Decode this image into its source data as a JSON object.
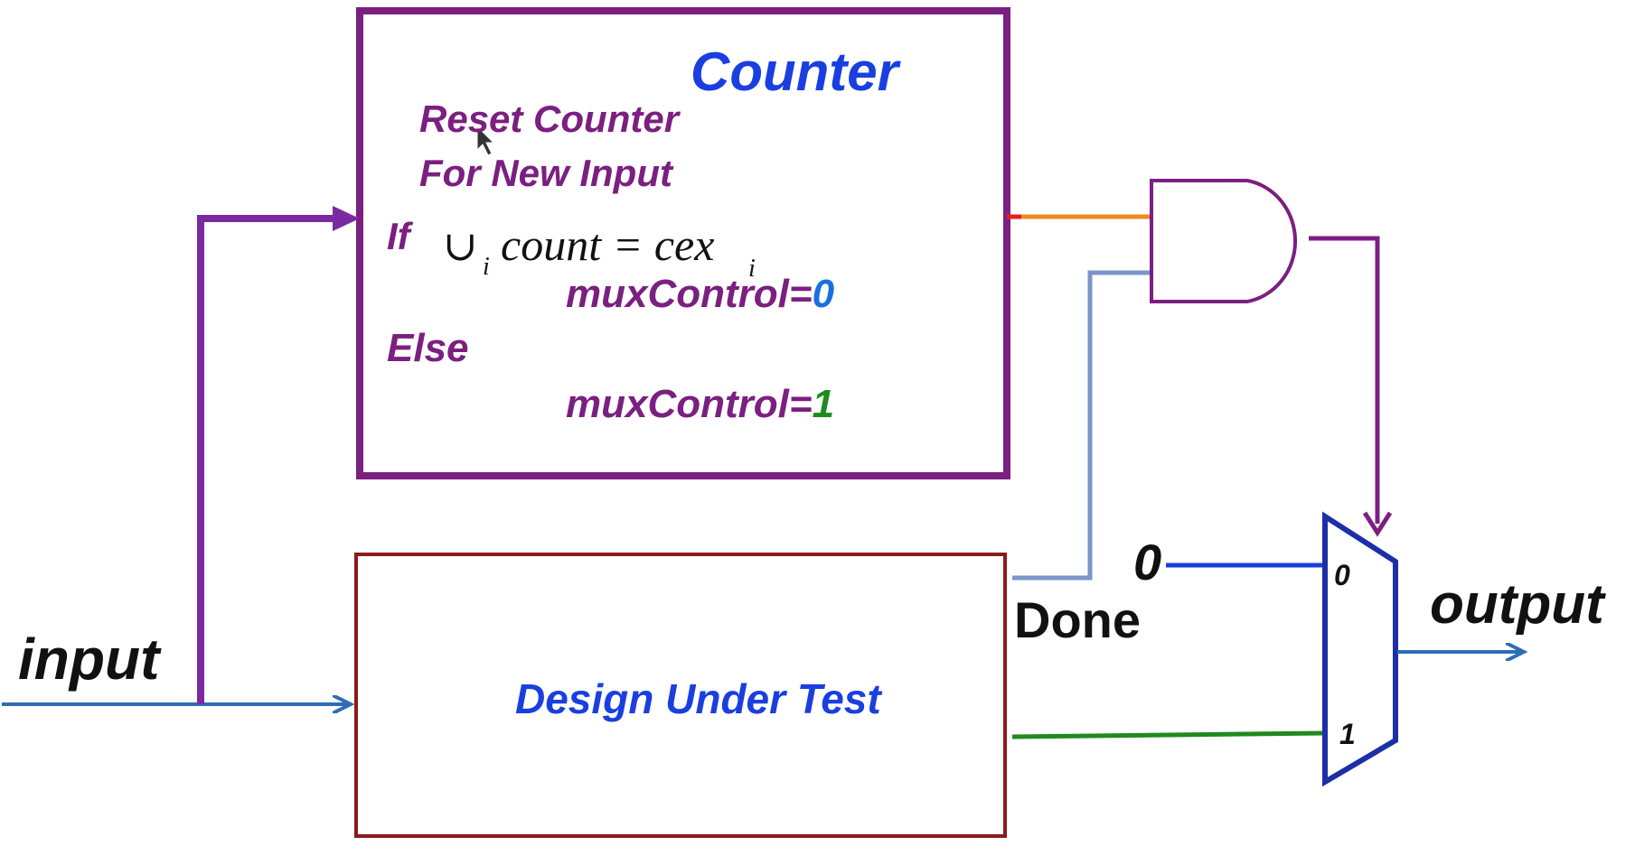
{
  "counter": {
    "title": "Counter",
    "reset_line1": "Reset Counter",
    "reset_line2": "For New Input",
    "if_label": "If",
    "union_symbol": "∪",
    "union_sub": "i",
    "equation": "count = cex",
    "equation_sub": "i",
    "mux_if_label": "muxControl=",
    "mux_if_value": "0",
    "else_label": "Else",
    "mux_else_label": "muxControl=",
    "mux_else_value": "1"
  },
  "dut": {
    "label": "Design Under Test"
  },
  "signals": {
    "input": "input",
    "output": "output",
    "done": "Done",
    "const_zero": "0"
  },
  "mux": {
    "port0": "0",
    "port1": "1"
  },
  "icons": {
    "and_gate": "and-gate-icon",
    "mux": "multiplexer-icon",
    "cursor": "mouse-cursor-icon"
  },
  "colors": {
    "counter_border": "#7b1f80",
    "counter_text": "#7b1f80",
    "counter_title": "#1a3fe0",
    "dut_border": "#8b1a1a",
    "dut_text": "#1a3fe0",
    "input_wire": "#2e6db5",
    "counter_feed": "#7a2ba0",
    "and_gate": "#7b1f80",
    "done_wire": "#7a95c8",
    "counter_out": "#f08a20",
    "zero_wire": "#1a3fe0",
    "dut_out": "#1f8a1f",
    "mux": "#1a2fa8",
    "output_wire": "#2e6db5",
    "value_zero": "#1a6fe0",
    "value_one": "#1f8a1f",
    "label_black": "#111111"
  }
}
